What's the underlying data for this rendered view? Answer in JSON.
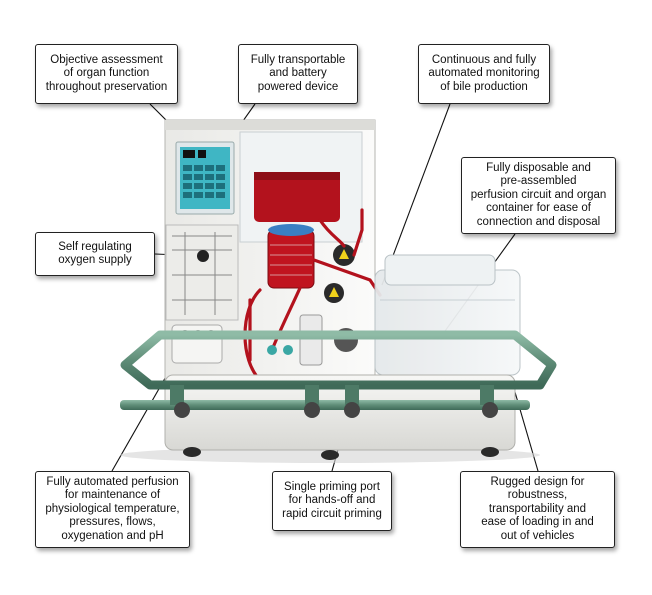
{
  "callouts": {
    "organ_function": "Objective assessment\nof organ function\nthroughout preservation",
    "transportable": "Fully transportable\nand battery\npowered device",
    "bile_monitoring": "Continuous and fully\nautomated monitoring\nof bile production",
    "disposable": "Fully disposable and\npre-assembled\nperfusion circuit and organ\ncontainer for ease of\nconnection and disposal",
    "oxygen": "Self regulating\noxygen supply",
    "perfusion": "Fully automated perfusion\nfor maintenance of\nphysiological temperature,\npressures, flows,\noxygenation and pH",
    "priming": "Single priming port\nfor hands-off and\nrapid circuit priming",
    "rugged": "Rugged design for\nrobustness,\ntransportability and\nease of loading in and\nout of vehicles"
  },
  "colors": {
    "frame_green": "#6e9c86",
    "blood_red": "#b3121d",
    "screen_teal": "#3fb6c4",
    "panel_white": "#f4f4f2"
  }
}
